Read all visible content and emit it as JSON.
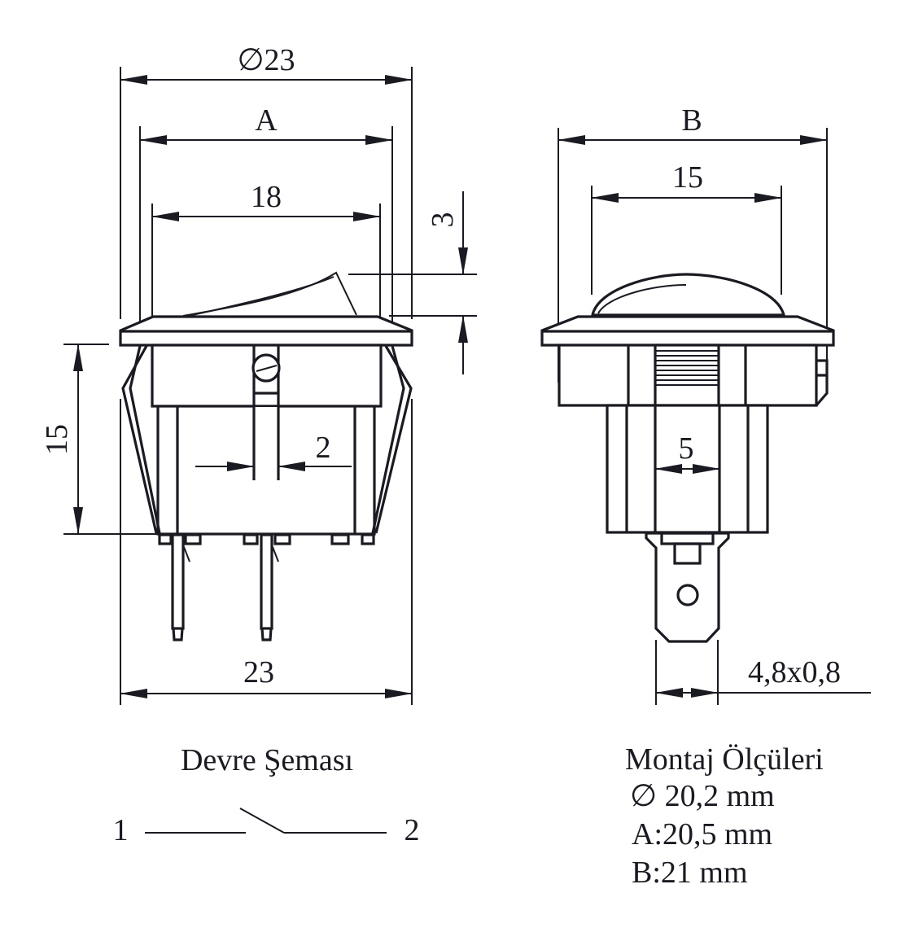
{
  "colors": {
    "ink": "#1a1a22",
    "paper": "#ffffff"
  },
  "front_view": {
    "dim_diameter": "∅23",
    "dim_a": "A",
    "dim_18": "18",
    "dim_3": "3",
    "dim_15": "15",
    "dim_2": "2",
    "dim_23": "23"
  },
  "side_view": {
    "dim_b": "B",
    "dim_15": "15",
    "dim_5": "5",
    "dim_terminal": "4,8x0,8"
  },
  "circuit": {
    "title": "Devre Şeması",
    "pin1": "1",
    "pin2": "2"
  },
  "mounting": {
    "title": "Montaj Ölçüleri",
    "lines": [
      "∅ 20,2 mm",
      "A:20,5 mm",
      "B:21 mm"
    ]
  }
}
